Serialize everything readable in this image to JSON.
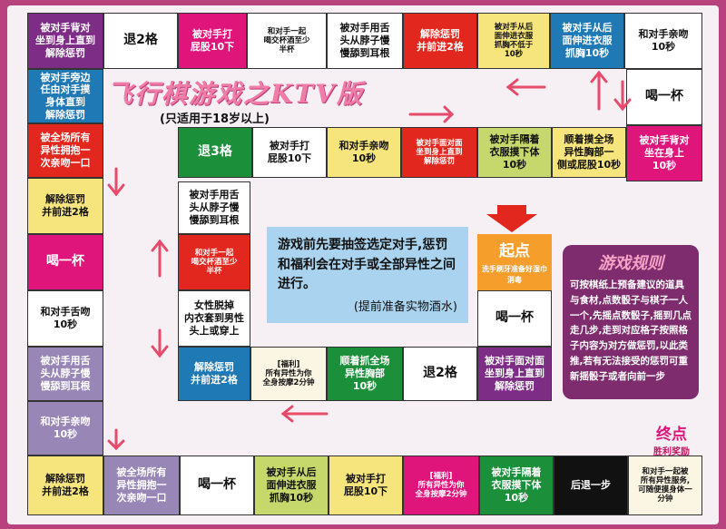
{
  "title": "飞行棋游戏之KTV版",
  "subtitle": "(只适用于18岁以上)",
  "notice": {
    "text": "游戏前先要抽签选定对手,惩罚和福利会在对手或全部异性之间进行。",
    "note": "(提前准备实物酒水)"
  },
  "rules": {
    "title": "游戏规则",
    "body": "可按棋纸上预备建议的道具与食材,点数骰子与棋子一人一个,先摇点数骰子,摇到几点走几步,走到对应格子按照格子内容为对方做惩罚,以此类推,若有无法接受的惩罚可重新摇骰子或者向前一步"
  },
  "start": {
    "label": "起点",
    "sub": "洗手刷牙准备好湿巾消毒"
  },
  "finish": {
    "label": "终点",
    "sub": "胜利奖励"
  },
  "cells": {
    "r0c0": "被对手背对\n坐到身上直到\n解除惩罚",
    "r0c1": "退2格",
    "r0c2": "被对手打\n屁股10下",
    "r0c3": "和对手一起\n喝交杯酒至少\n半杯",
    "r0c4": "被对手用舌\n头从脖子慢\n慢舔到耳根",
    "r0c5": "解除惩罚\n并前进2格",
    "r0c6": "被对手从后\n面伸进衣服\n抓胸不低于\n10秒",
    "r0c7": "被对手从后\n面伸进衣服\n抓胸10秒",
    "r0c8": "和对手亲吻\n10秒",
    "r1c0": "被对手旁边\n任由对手摸\n身体直到\n解除惩罚",
    "r2c8": "喝一杯",
    "r3c0": "被全场所有\n异性拥抱一\n次亲吻一口",
    "r3c8": "被对手背对\n坐在身上\n10秒",
    "r4c0": "解除惩罚\n并前进2格",
    "r5c0": "喝一杯",
    "r6c0": "和对手舌吻\n10秒",
    "r7c0": "被对手用舌\n头从脖子慢\n慢舔到耳根",
    "r8c0": "和对手亲吻\n10秒",
    "b0": "解除惩罚\n并前进2格",
    "b1": "被全场所有\n异性拥抱一\n次亲吻一口",
    "b2": "喝一杯",
    "b3": "被对手从后\n面伸进衣服\n抓胸10秒",
    "b4": "被对手打\n屁股10下",
    "b5": "[福利]\n所有异性为你\n全身按摩2分钟",
    "b6": "被对手隔着\n衣服摸下体\n10秒",
    "b7": "后退一步",
    "b8": "和对手一起被\n所有异性服务,\n可随便摸身体一\n分钟",
    "i0": "退3格",
    "i1": "被对手打\n屁股10下",
    "i2": "和对手亲吻\n10秒",
    "i3": "被对手面对面\n坐到身上直到\n解除惩罚",
    "i4": "被对手隔着\n衣服摸下体\n10秒",
    "i5": "顺着摸全场\n异性胸部一\n侧或屁股10秒",
    "j0": "被对手用舌\n头从脖子慢\n慢舔到耳根",
    "j1": "和对手一起\n喝交杯酒至少\n半杯",
    "j2": "女性脱掉\n内衣套到男性\n头上或穿上",
    "k0": "解除惩罚\n并前进2格",
    "k1": "[福利]\n所有异性为你\n全身按摩2分钟",
    "k2": "顺着抓全场\n异性胸部\n10秒",
    "k3": "退2格",
    "k4": "被对手面对面\n坐到身上直到\n解除惩罚",
    "s1": "喝一杯"
  }
}
